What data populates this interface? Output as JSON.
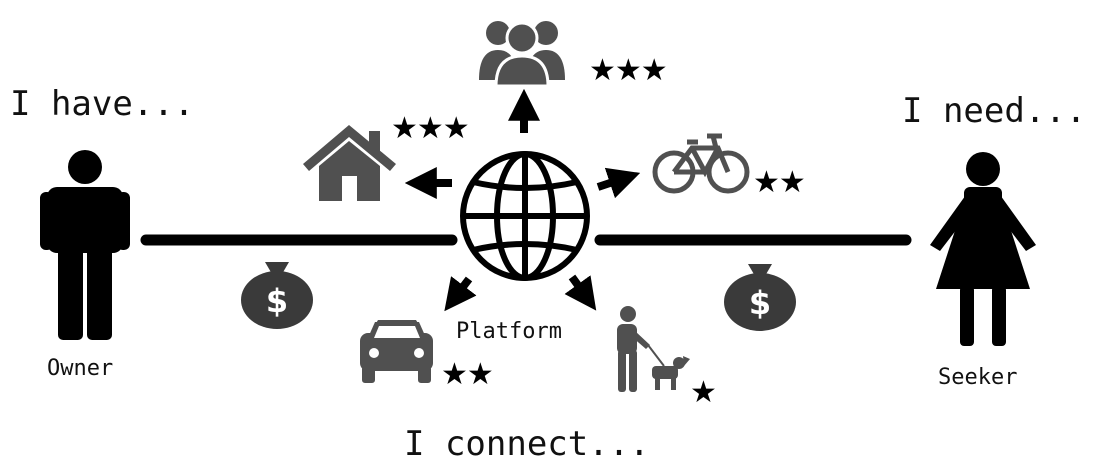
{
  "headings": {
    "left": "I have...",
    "right": "I need...",
    "bottom": "I connect..."
  },
  "labels": {
    "owner": "Owner",
    "seeker": "Seeker",
    "platform": "Platform"
  },
  "services": {
    "people": {
      "icon": "people-group-icon",
      "stars": "★★★"
    },
    "house": {
      "icon": "house-icon",
      "stars": "★★★"
    },
    "bicycle": {
      "icon": "bicycle-icon",
      "stars": "★★"
    },
    "car": {
      "icon": "car-icon",
      "stars": "★★"
    },
    "dog_walking": {
      "icon": "dog-walker-icon",
      "stars": "★"
    }
  },
  "icons": {
    "owner": "man-icon",
    "seeker": "woman-icon",
    "platform": "globe-icon",
    "payment": "money-bag-icon"
  },
  "colors": {
    "figure": "#000000",
    "icon_gray": "#505050"
  }
}
